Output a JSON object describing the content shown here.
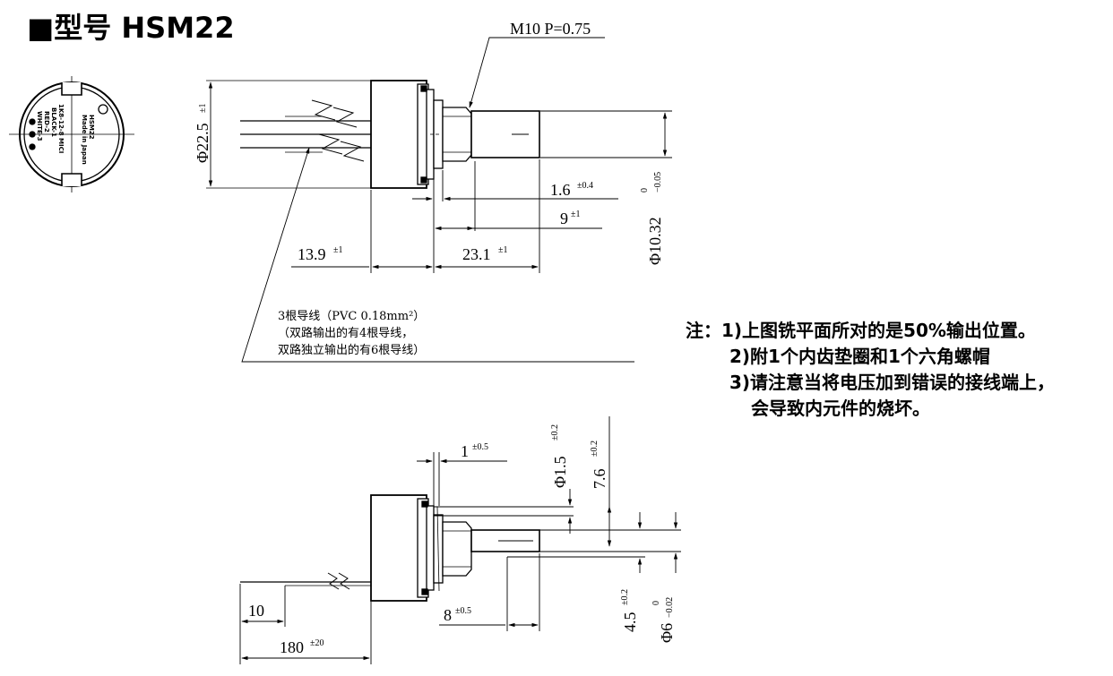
{
  "title": "■型号 HSM22",
  "front_view": {
    "face_lines": [
      "HSM22",
      "Made in Japan",
      "1K8-12-8 MICI",
      "BLACK-1",
      "RED-2",
      "WHITE-3"
    ]
  },
  "dims": {
    "thread": "M10 P=0.75",
    "body_dia": "Φ22.5",
    "body_dia_tol": "±1",
    "d_1_6": "1.6",
    "d_1_6_tol": "±0.4",
    "d_9": "9",
    "d_9_tol": "±1",
    "d_13_9": "13.9",
    "d_13_9_tol": "±1",
    "d_23_1": "23.1",
    "d_23_1_tol": "±1",
    "shaft_dia": "Φ10.32",
    "shaft_dia_tol_up": "0",
    "shaft_dia_tol_low": "−0.05",
    "d_1": "1",
    "d_1_tol": "±0.5",
    "d_phi1_5": "Φ1.5",
    "d_phi1_5_tol": "±0.2",
    "d_7_6": "7.6",
    "d_7_6_tol": "±0.2",
    "d_4_5": "4.5",
    "d_4_5_tol": "±0.2",
    "d_phi6": "Φ6",
    "d_phi6_tol_up": "0",
    "d_phi6_tol_low": "−0.02",
    "d_8": "8",
    "d_8_tol": "±0.5",
    "d_10": "10",
    "d_180": "180",
    "d_180_tol": "±20"
  },
  "lead_note": [
    "3根导线（PVC 0.18mm²）",
    "（双路输出的有4根导线，",
    "双路独立输出的有6根导线）"
  ],
  "notes": [
    "注：1)上图铣平面所对的是50%输出位置。",
    "2)附1个内齿垫圈和1个六角螺帽",
    "3)请注意当将电压加到错误的接线端上，",
    "会导致内元件的烧坏。"
  ]
}
